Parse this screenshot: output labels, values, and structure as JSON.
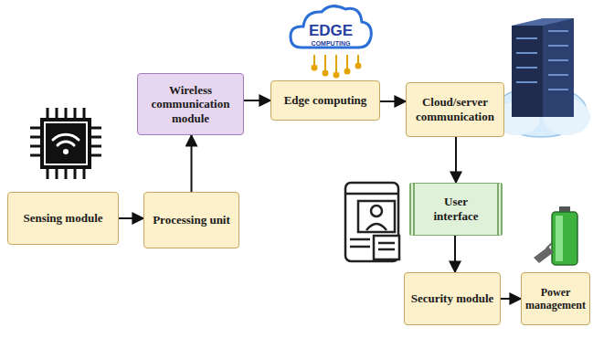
{
  "diagram": {
    "nodes": [
      {
        "text": [
          "Sensing module"
        ]
      },
      {
        "text": [
          "Processing unit"
        ]
      },
      {
        "text": [
          "Wireless communication module"
        ]
      },
      {
        "text": [
          "Edge computing"
        ]
      },
      {
        "text": [
          "Cloud/server communication"
        ]
      },
      {
        "text": [
          "User interface"
        ]
      },
      {
        "text": [
          "Security module"
        ]
      },
      {
        "text": [
          "Power management"
        ]
      }
    ],
    "edges": [
      {
        "from": 0,
        "to": 1,
        "arrow": "to"
      },
      {
        "from": 1,
        "to": 2,
        "arrow": "to"
      },
      {
        "from": 2,
        "to": 3,
        "arrow": "to"
      },
      {
        "from": 3,
        "to": 4,
        "arrow": "to"
      },
      {
        "from": 4,
        "to": 5,
        "arrow": "to"
      },
      {
        "from": 5,
        "to": 6,
        "arrow": "to"
      },
      {
        "from": 6,
        "to": 7,
        "arrow": "to"
      }
    ],
    "labels": [
      "EDGE",
      "COMPUTING"
    ]
  }
}
